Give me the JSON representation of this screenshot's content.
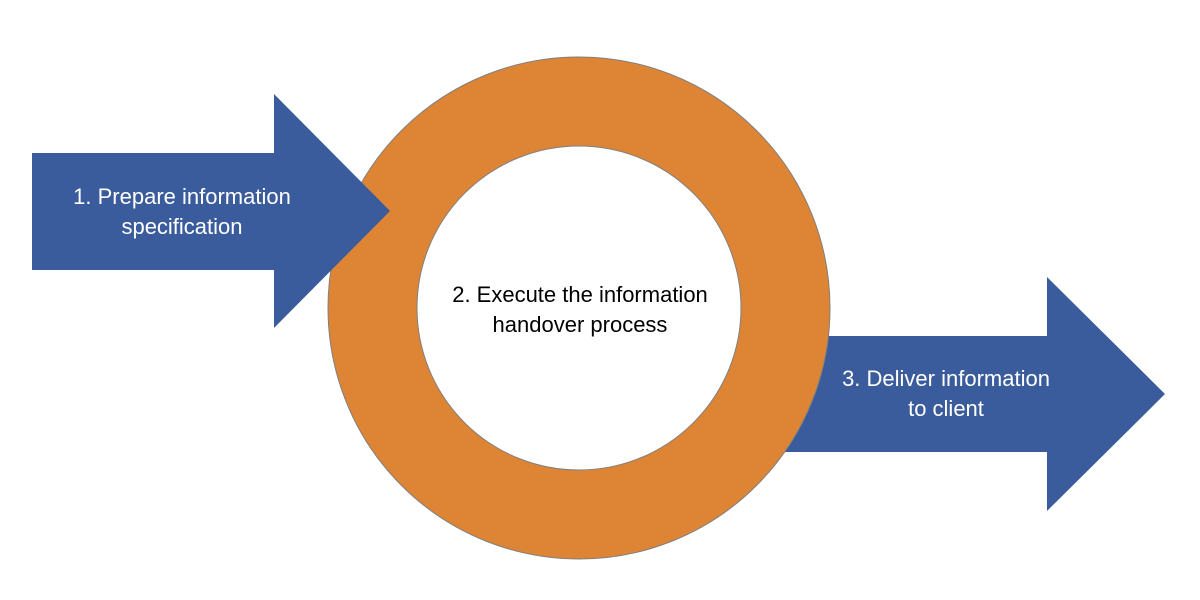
{
  "steps": [
    {
      "line1": "1. Prepare information",
      "line2": "specification"
    },
    {
      "line1": "2. Execute the information",
      "line2": "handover process"
    },
    {
      "line1": "3. Deliver information",
      "line2": "to client"
    }
  ],
  "colors": {
    "arrow_fill": "#3A5C9C",
    "ring_fill": "#DE8535",
    "ring_outline": "#7F7F7F",
    "background": "#FFFFFF"
  }
}
